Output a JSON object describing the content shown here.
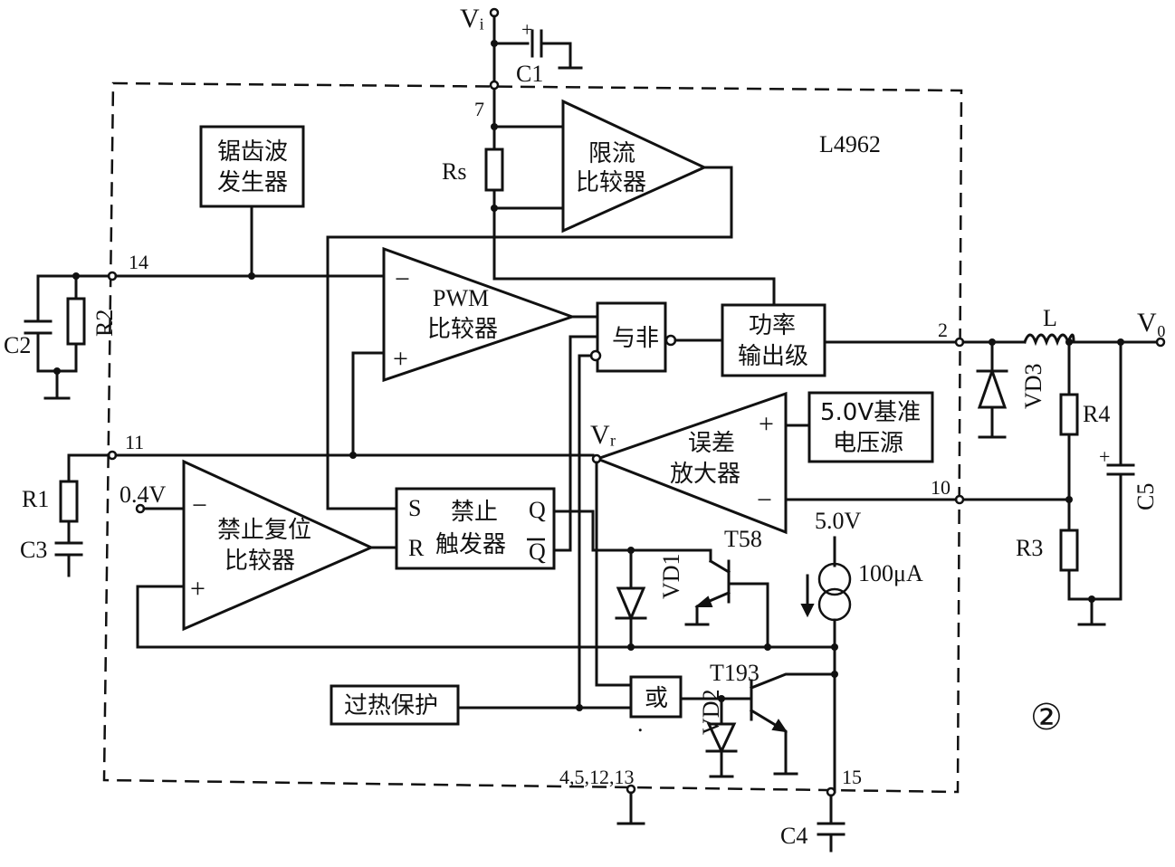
{
  "chip": {
    "name": "L4962"
  },
  "figure": {
    "index": "②"
  },
  "blocks": {
    "sawtooth_l1": "锯齿波",
    "sawtooth_l2": "发生器",
    "current_limit_l1": "限流",
    "current_limit_l2": "比较器",
    "pwm_l1": "PWM",
    "pwm_l2": "比较器",
    "nand": "与非",
    "power_out_l1": "功率",
    "power_out_l2": "输出级",
    "ref_l1": "5.0V基准",
    "ref_l2": "电压源",
    "error_amp_l1": "误差",
    "error_amp_l2": "放大器",
    "inhibit_cmp_l1": "禁止复位",
    "inhibit_cmp_l2": "比较器",
    "inhibit_ff_l1": "禁止",
    "inhibit_ff_l2": "触发器",
    "thermal": "过热保护",
    "or_gate": "或"
  },
  "pins": {
    "p7": "7",
    "p14": "14",
    "p11": "11",
    "p2": "2",
    "p10": "10",
    "p15": "15",
    "gnd": "4,5,12,13"
  },
  "components": {
    "vi": "Vᵢ",
    "vo": "V₀",
    "vr": "Vᵣ",
    "c1": "C1",
    "c2": "C2",
    "c3": "C3",
    "c4": "C4",
    "c5": "C5",
    "r1": "R1",
    "r2": "R2",
    "r3": "R3",
    "r4": "R4",
    "rs": "Rs",
    "l": "L",
    "vd1": "VD1",
    "vd2": "VD2",
    "vd3": "VD3",
    "t58": "T58",
    "t193": "T193",
    "v04": "0.4V",
    "v50": "5.0V",
    "i100": "100μA"
  },
  "signs": {
    "minus": "−",
    "plus": "+"
  },
  "ff_pins": {
    "s": "S",
    "r": "R",
    "q": "Q",
    "qbar": "Q"
  }
}
